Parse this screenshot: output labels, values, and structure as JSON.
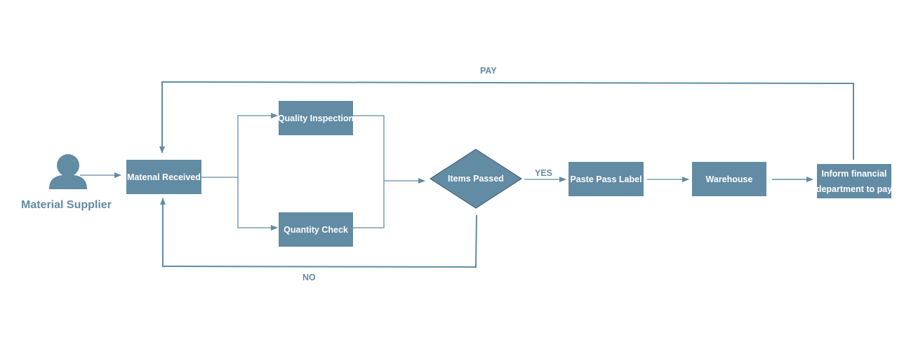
{
  "colors": {
    "primary": "#628ba4",
    "text_on_primary": "#ffffff",
    "background": "#ffffff"
  },
  "actor": {
    "icon": "person-icon",
    "label": "Material Supplier"
  },
  "nodes": {
    "received": "Matenal Received",
    "quality": "Quality Inspection",
    "quantity": "Quantity Check",
    "decision": "Items Passed",
    "paste": "Paste Pass Label",
    "warehouse": "Warehouse",
    "inform_line1": "Inform financial",
    "inform_line2": "department to pay"
  },
  "edge_labels": {
    "pay": "PAY",
    "yes": "YES",
    "no": "NO"
  }
}
